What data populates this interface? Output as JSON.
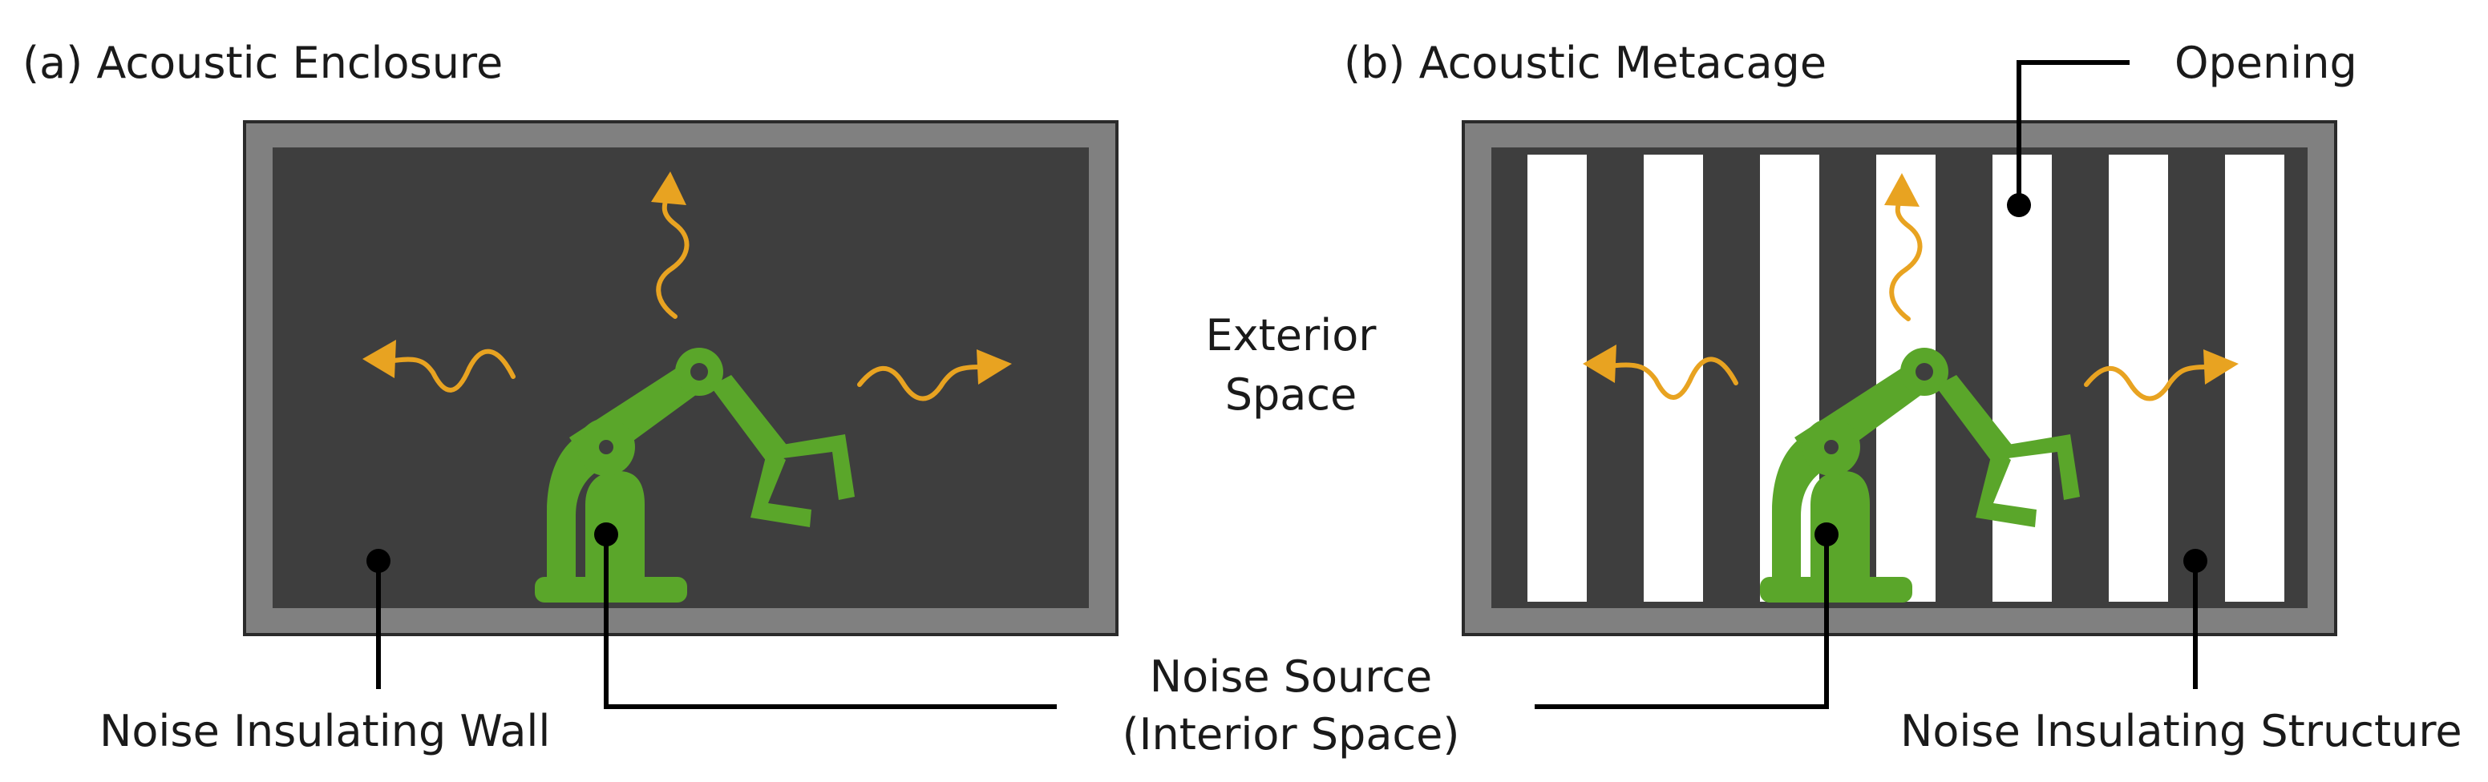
{
  "panel_a": {
    "title": "(a) Acoustic Enclosure",
    "wall_label": "Noise Insulating Wall"
  },
  "panel_b": {
    "title": "(b) Acoustic Metacage",
    "opening_label": "Opening",
    "structure_label": "Noise Insulating Structure"
  },
  "center": {
    "exterior_line1": "Exterior",
    "exterior_line2": "Space",
    "source_line1": "Noise Source",
    "source_line2": "(Interior Space)"
  },
  "colors": {
    "wall_outer": "#808080",
    "wall_inner": "#3e3e3e",
    "opening": "#ffffff",
    "robot": "#5aa62a",
    "wave": "#e8a321",
    "leader": "#000000"
  },
  "icons": [
    "robot-arm-icon",
    "sound-wave-arrow-icon"
  ]
}
